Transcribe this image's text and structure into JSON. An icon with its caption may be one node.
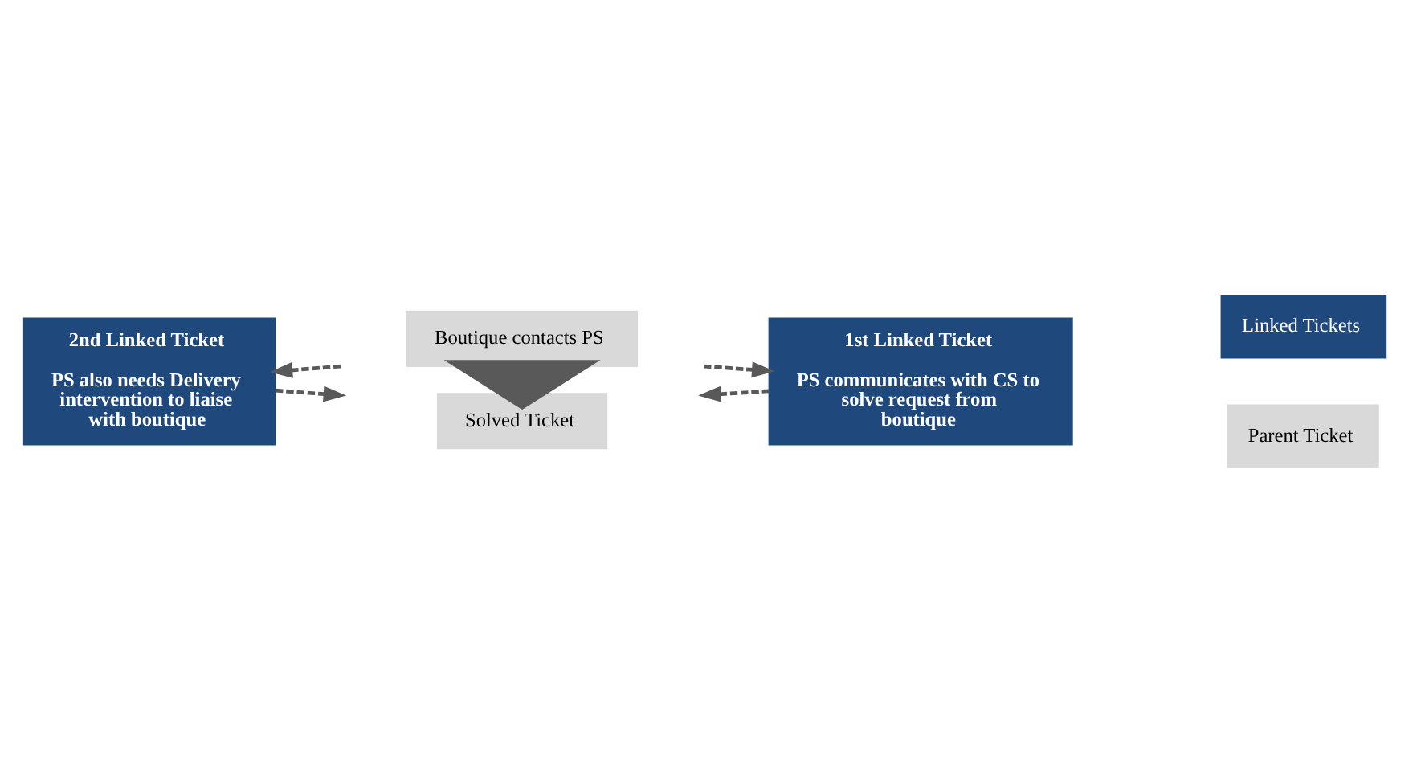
{
  "diagram": {
    "nodes": [
      {
        "text": [
          "Boutique contacts PS"
        ]
      },
      {
        "text": [
          "1st Linked Ticket",
          "PS communicates with CS to solve request from boutique"
        ]
      },
      {
        "text": [
          "2nd Linked Ticket",
          "PS also needs Delivery intervention to liaise with boutique"
        ]
      },
      {
        "text": [
          "Solved Ticket"
        ]
      }
    ],
    "edges": [
      {
        "from": 0,
        "to": 3,
        "arrow": "to",
        "style": "thick"
      },
      {
        "from": null,
        "to": 1,
        "arrow": "to",
        "style": "dashed"
      },
      {
        "from": 1,
        "to": null,
        "arrow": "to",
        "style": "dashed"
      },
      {
        "from": null,
        "to": 2,
        "arrow": "to",
        "style": "dashed"
      },
      {
        "from": 2,
        "to": null,
        "arrow": "to",
        "style": "dashed"
      }
    ],
    "legend": [
      {
        "text": "Linked Tickets",
        "color": "#1f497d"
      },
      {
        "text": "Parent Ticket",
        "color": "#d9d9d9"
      }
    ]
  }
}
